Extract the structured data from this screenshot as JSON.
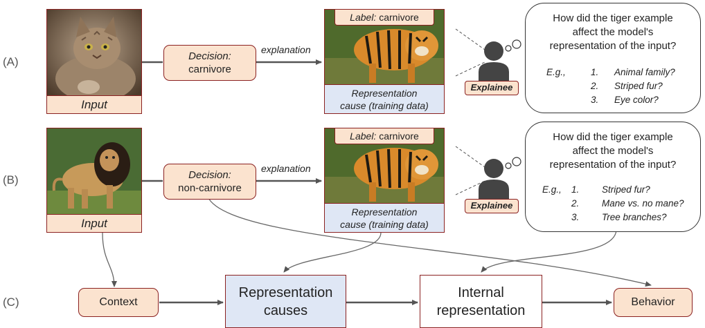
{
  "rows": {
    "a_label": "(A)",
    "b_label": "(B)",
    "c_label": "(C)"
  },
  "row_a": {
    "input_caption": "Input",
    "decision_title": "Decision:",
    "decision_value": "carnivore",
    "explanation_label": "explanation",
    "example_label_key": "Label:",
    "example_label_value": "carnivore",
    "example_caption_1": "Representation",
    "example_caption_2": "cause (training data)",
    "explainee": "Explainee",
    "question": [
      "How did the tiger example",
      "affect the model's",
      "representation of the input?"
    ],
    "eg": "E.g.,",
    "items": [
      {
        "num": "1.",
        "text": "Animal family?"
      },
      {
        "num": "2.",
        "text": "Striped fur?"
      },
      {
        "num": "3.",
        "text": "Eye color?"
      }
    ]
  },
  "row_b": {
    "input_caption": "Input",
    "decision_title": "Decision:",
    "decision_value": "non-carnivore",
    "explanation_label": "explanation",
    "example_label_key": "Label:",
    "example_label_value": "carnivore",
    "example_caption_1": "Representation",
    "example_caption_2": "cause (training data)",
    "explainee": "Explainee",
    "question": [
      "How did the tiger example",
      "affect the model's",
      "representation of the input?"
    ],
    "eg": "E.g.,",
    "items": [
      {
        "num": "1.",
        "text": "Striped fur?"
      },
      {
        "num": "2.",
        "text": "Mane vs. no mane?"
      },
      {
        "num": "3.",
        "text": "Tree branches?"
      }
    ]
  },
  "row_c": {
    "context": "Context",
    "rep_causes_1": "Representation",
    "rep_causes_2": "causes",
    "internal_1": "Internal",
    "internal_2": "representation",
    "behavior": "Behavior"
  },
  "colors": {
    "border_red": "#8a2020",
    "peach": "#fbe3cf",
    "blue": "#dfe7f5",
    "arrow": "#555555"
  }
}
